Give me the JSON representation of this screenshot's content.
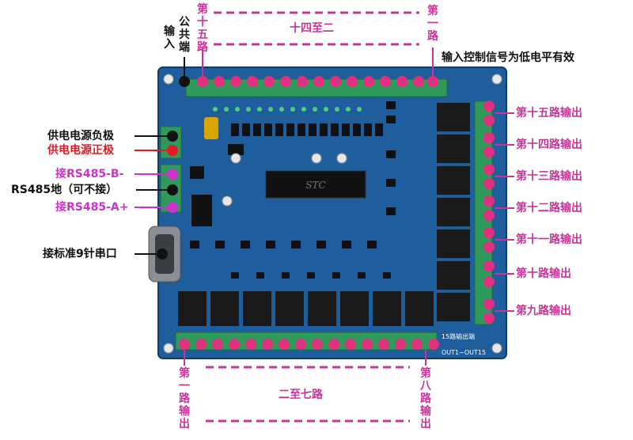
{
  "colors": {
    "board": "#1f5e9c",
    "board_dark": "#164b80",
    "terminal": "#2f9a5a",
    "pin": "#e0307f",
    "dash": "#cc3399",
    "relay": "#1a1a1a"
  },
  "top": {
    "input_common": [
      "输",
      "入"
    ],
    "common_terminal": [
      "公",
      "共",
      "端"
    ],
    "ch15": [
      "第",
      "十",
      "五",
      "路"
    ],
    "range_label": "十四至二",
    "ch1": [
      "第",
      "一",
      "路"
    ],
    "note": "输入控制信号为低电平有效"
  },
  "left": {
    "power_neg": "供电电源负极",
    "power_pos": "供电电源正极",
    "rs485_b": "接RS485-B-",
    "rs485_gnd": "RS485地（可不接）",
    "rs485_a": "接RS485-A+",
    "serial": "接标准9针串口"
  },
  "right": {
    "out15": "第十五路输出",
    "out14": "第十四路输出",
    "out13": "第十三路输出",
    "out12": "第十二路输出",
    "out11": "第十一路输出",
    "out10": "第十路输出",
    "out9": "第九路输出"
  },
  "bottom": {
    "out1": [
      "第",
      "一",
      "路",
      "输",
      "出"
    ],
    "range_label": "二至七路",
    "out8": [
      "第",
      "八",
      "路",
      "输",
      "出"
    ]
  },
  "board_marks": {
    "out_label": "15路输出端",
    "out_range": "OUT1~OUT15",
    "chip_mark": "STC"
  }
}
